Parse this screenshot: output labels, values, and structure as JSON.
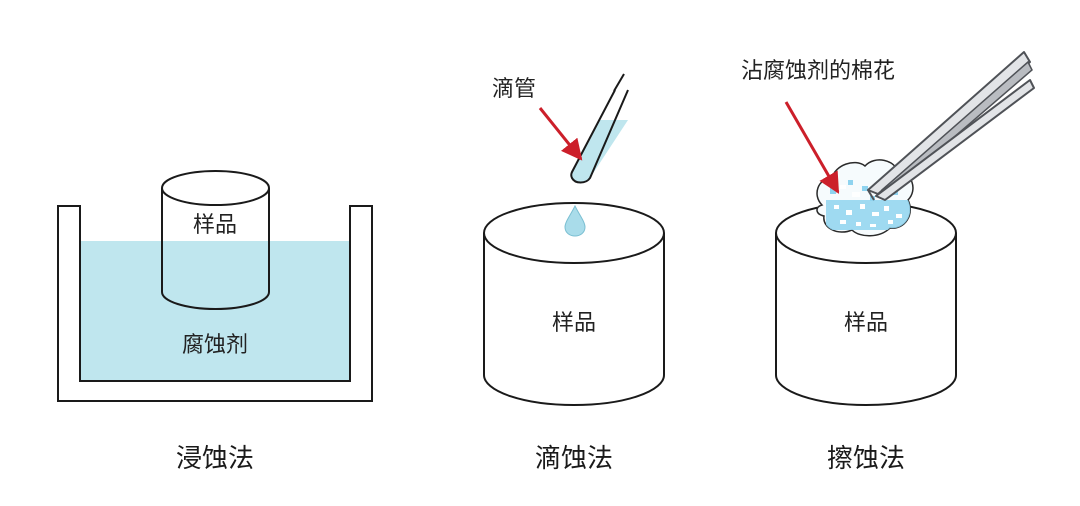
{
  "colors": {
    "liquid": "#bfe6ee",
    "outline": "#1a1a1a",
    "arrow": "#cc1f2a",
    "droplet": "#a9dcea",
    "cotton_fill": "#f6fbfd",
    "cotton_spots": "#8fd3ef",
    "tweezer_light": "#e2e4e7",
    "tweezer_dark": "#4f5257"
  },
  "icons": {
    "immersion": "immersion-bath-icon",
    "dropper": "dropper-icon",
    "tweezers": "tweezers-icon",
    "cotton": "cotton-ball-icon"
  },
  "panels": {
    "immersion": {
      "sample_label": "样品",
      "etchant_label": "腐蚀剂",
      "caption": "浸蚀法"
    },
    "drop": {
      "pointer_label": "滴管",
      "sample_label": "样品",
      "caption": "滴蚀法"
    },
    "wipe": {
      "pointer_label": "沾腐蚀剂的棉花",
      "sample_label": "样品",
      "caption": "擦蚀法"
    }
  }
}
